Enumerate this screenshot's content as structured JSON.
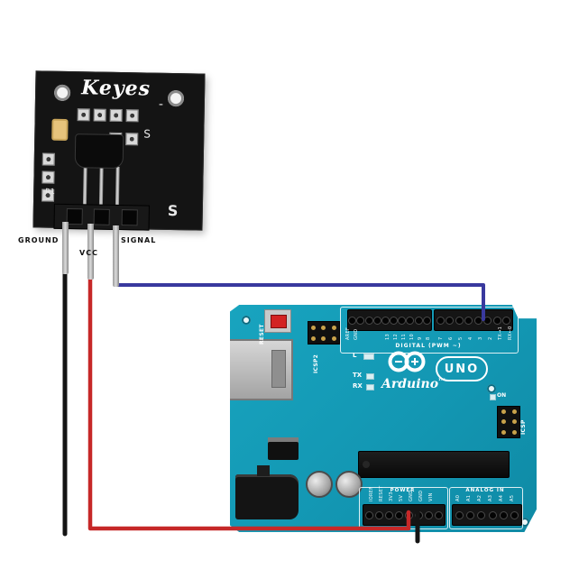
{
  "sensor": {
    "brand": "Keyes",
    "minus": "-",
    "s_mid": "S",
    "s_bottom": "S",
    "r1": "R1",
    "ground": "GROUND",
    "vcc": "VCC",
    "signal": "SIGNAL"
  },
  "arduino": {
    "reset": "RESET",
    "icsp2": "ICSP2",
    "icsp": "ICSP",
    "aref": "AREF",
    "gnd": "GND",
    "digital": "DIGITAL (PWM ~)",
    "l": "L",
    "tx": "TX",
    "rx": "RX",
    "on": "ON",
    "brand": "Arduino",
    "tm": "TM",
    "model": "UNO",
    "power": "POWER",
    "analog": "ANALOG IN",
    "digital_pins_a": [
      "13",
      "12",
      "11",
      "10",
      "9",
      "8"
    ],
    "digital_pins_b": [
      "7",
      "6",
      "5",
      "4",
      "3",
      "2",
      "TX→1",
      "RX←0"
    ],
    "power_pins": [
      "IOREF",
      "RESET",
      "3V3",
      "5V",
      "GND",
      "GND",
      "VIN"
    ],
    "analog_pins": [
      "A0",
      "A1",
      "A2",
      "A3",
      "A4",
      "A5"
    ]
  },
  "colors": {
    "pcb": "#1397b3",
    "sensorBoard": "#141414",
    "wireRed": "#c62828",
    "wireBlue": "#39399e",
    "wireBlack": "#141414"
  }
}
